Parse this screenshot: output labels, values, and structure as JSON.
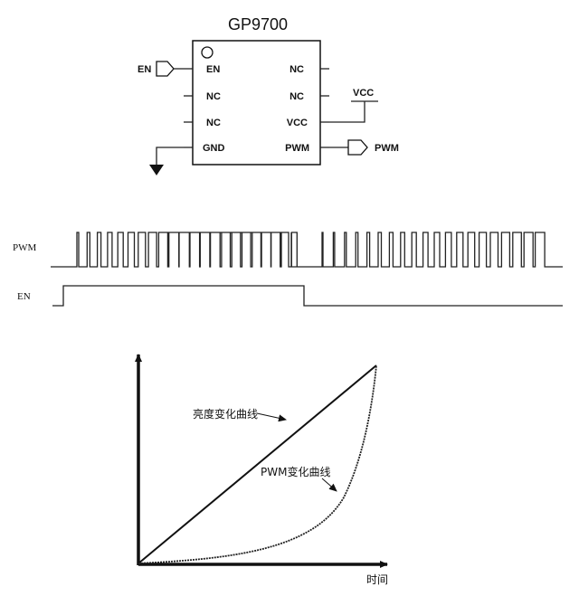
{
  "chip": {
    "title": "GP9700",
    "left_pins": [
      "EN",
      "NC",
      "NC",
      "GND"
    ],
    "right_pins": [
      "NC",
      "NC",
      "VCC",
      "PWM"
    ]
  },
  "connections": {
    "en_input": "EN",
    "vcc_label": "VCC",
    "pwm_output": "PWM"
  },
  "timing": {
    "pwm_label": "PWM",
    "en_label": "EN"
  },
  "graph": {
    "line_label": "亮度变化曲线",
    "curve_label": "PWM变化曲线",
    "x_axis_label": "时间"
  }
}
